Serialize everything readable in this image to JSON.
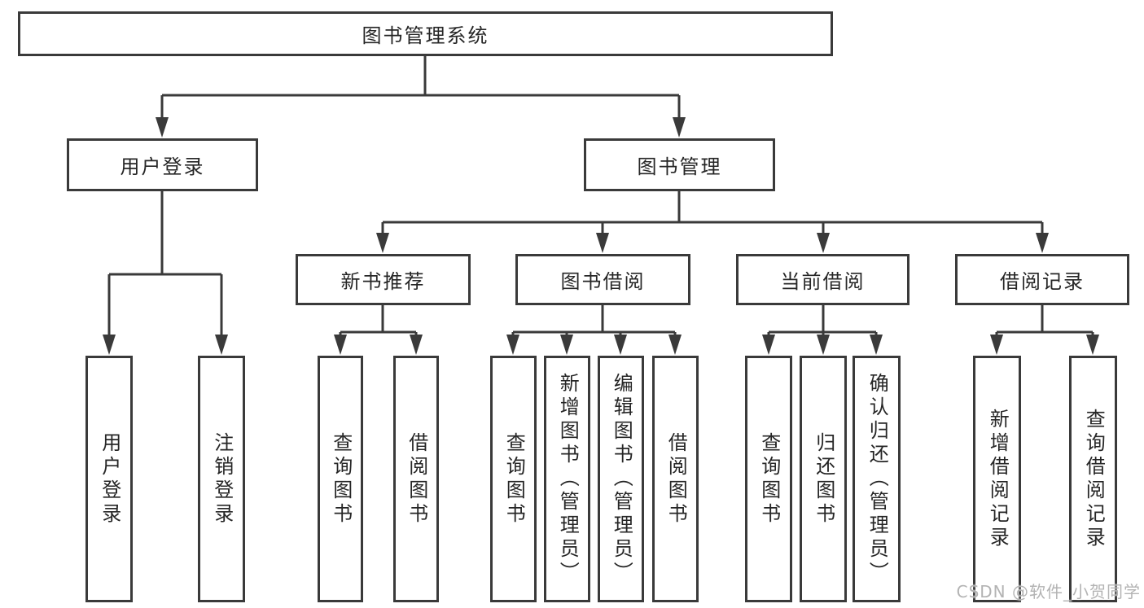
{
  "colors": {
    "background": "#ffffff",
    "line": "#3a3a3a",
    "box_border": "#3a3a3a",
    "box_fill": "#ffffff",
    "text": "#262626",
    "watermark": "#b3b3b3"
  },
  "tree": {
    "label": "图书管理系统",
    "children": [
      {
        "label": "用户登录",
        "children": [
          {
            "label": "用户登录"
          },
          {
            "label": "注销登录"
          }
        ]
      },
      {
        "label": "图书管理",
        "children": [
          {
            "label": "新书推荐",
            "children": [
              {
                "label": "查询图书"
              },
              {
                "label": "借阅图书"
              }
            ]
          },
          {
            "label": "图书借阅",
            "children": [
              {
                "label": "查询图书"
              },
              {
                "label": "新增图书（管理员）"
              },
              {
                "label": "编辑图书（管理员）"
              },
              {
                "label": "借阅图书"
              }
            ]
          },
          {
            "label": "当前借阅",
            "children": [
              {
                "label": "查询图书"
              },
              {
                "label": "归还图书"
              },
              {
                "label": "确认归还（管理员）"
              }
            ]
          },
          {
            "label": "借阅记录",
            "children": [
              {
                "label": "新增借阅记录"
              },
              {
                "label": "查询借阅记录"
              }
            ]
          }
        ]
      }
    ]
  },
  "watermark": {
    "text": "CSDN @软件_小贺同学"
  }
}
